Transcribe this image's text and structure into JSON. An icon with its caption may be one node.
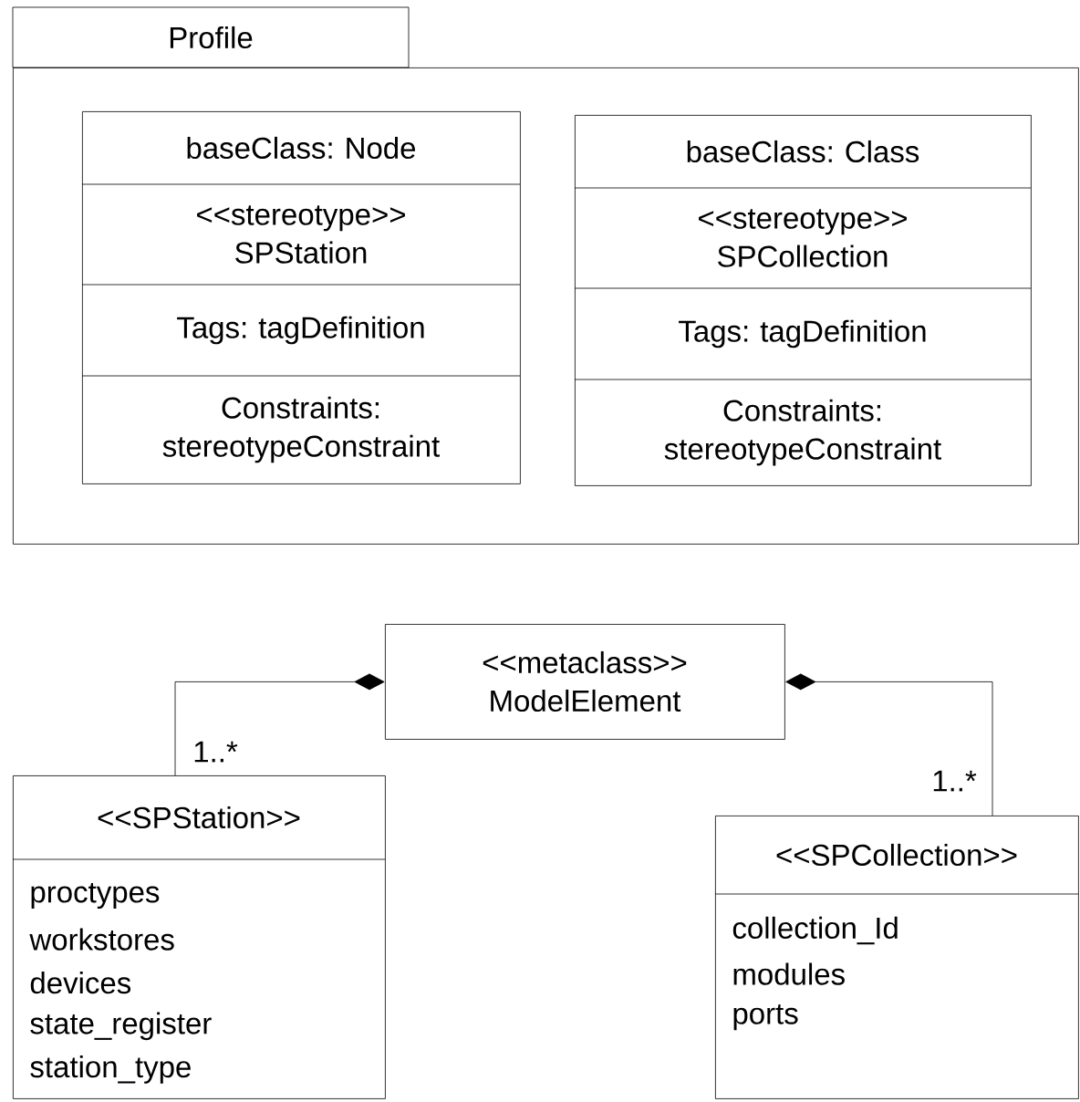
{
  "diagram": {
    "nodes": [
      {
        "text": [
          "Profile"
        ]
      },
      {
        "text": [
          "baseClass: Node",
          "<<stereotype>> SPStation",
          "Tags: tagDefinition",
          "Constraints: stereotypeConstraint"
        ],
        "in": 0
      },
      {
        "text": [
          "baseClass: Class",
          "<<stereotype>> SPCollection",
          "Tags: tagDefinition",
          "Constraints: stereotypeConstraint"
        ],
        "in": 0
      },
      {
        "text": [
          "<<metaclass>> ModelElement"
        ]
      },
      {
        "text": [
          "<<SPStation>>",
          "proctypes",
          "workstores",
          "devices",
          "state_register",
          "station_type"
        ]
      },
      {
        "text": [
          "<<SPCollection>>",
          "collection_Id",
          "modules",
          "ports"
        ]
      }
    ],
    "edges": [
      {
        "from": 4,
        "to": 3,
        "arrow": "other",
        "label": "1..*"
      },
      {
        "from": 5,
        "to": 3,
        "arrow": "other",
        "label": "1..*"
      }
    ]
  }
}
